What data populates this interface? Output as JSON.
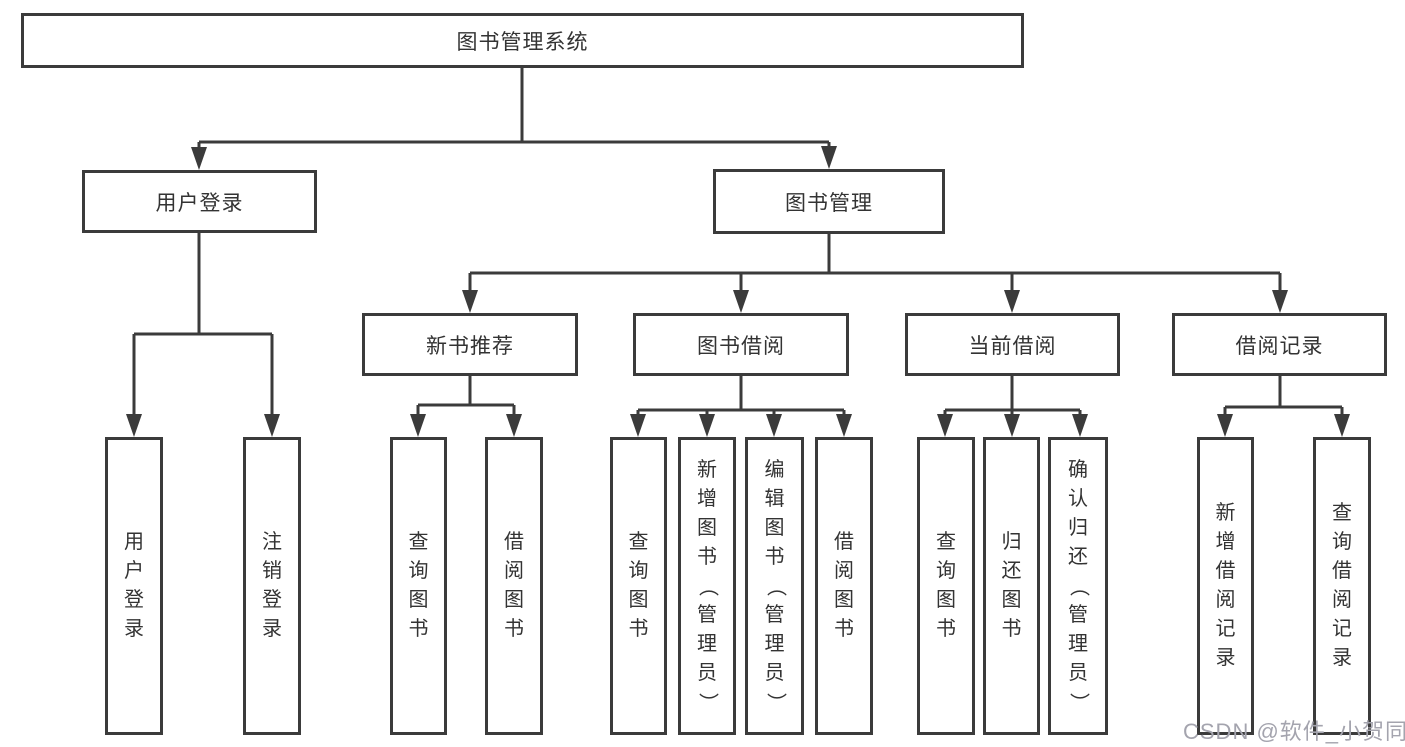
{
  "tree": {
    "root": {
      "label": "图书管理系统"
    },
    "branches": [
      {
        "label": "用户登录",
        "children": [
          {
            "label": "用户登录"
          },
          {
            "label": "注销登录"
          }
        ]
      },
      {
        "label": "图书管理",
        "children": [
          {
            "label": "新书推荐",
            "children": [
              {
                "label": "查询图书"
              },
              {
                "label": "借阅图书"
              }
            ]
          },
          {
            "label": "图书借阅",
            "children": [
              {
                "label": "查询图书"
              },
              {
                "label": "新增图书（管理员）"
              },
              {
                "label": "编辑图书（管理员）"
              },
              {
                "label": "借阅图书"
              }
            ]
          },
          {
            "label": "当前借阅",
            "children": [
              {
                "label": "查询图书"
              },
              {
                "label": "归还图书"
              },
              {
                "label": "确认归还（管理员）"
              }
            ]
          },
          {
            "label": "借阅记录",
            "children": [
              {
                "label": "新增借阅记录"
              },
              {
                "label": "查询借阅记录"
              }
            ]
          }
        ]
      }
    ]
  },
  "watermark": {
    "text": "CSDN @软件_小贺同学"
  },
  "colors": {
    "line": "#3b3b3b",
    "text": "#333333",
    "watermark": "#a4a4ae"
  }
}
